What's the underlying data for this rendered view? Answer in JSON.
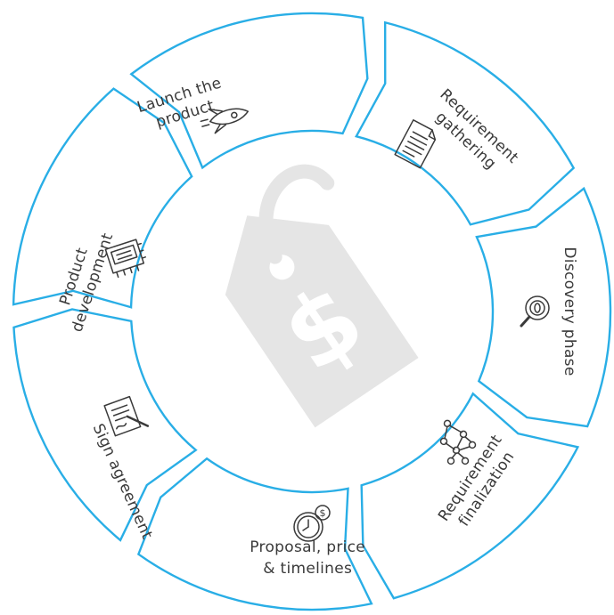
{
  "diagram": {
    "center_icon": "price-tag-dollar-icon",
    "accent_color": "#29aee6",
    "watermark_color": "#e5e5e5",
    "text_color": "#3a3a3a",
    "stages": [
      {
        "id": "requirement-gathering",
        "lines": [
          "Requirement",
          "gathering"
        ],
        "icon": "document-icon"
      },
      {
        "id": "discovery-phase",
        "lines": [
          "Discovery phase"
        ],
        "icon": "magnifier-icon"
      },
      {
        "id": "requirement-finalization",
        "lines": [
          "Requirement",
          "finalization"
        ],
        "icon": "network-nodes-icon"
      },
      {
        "id": "proposal-price-timelines",
        "lines": [
          "Proposal, price",
          "& timelines"
        ],
        "icon": "clock-dollar-icon"
      },
      {
        "id": "sign-agreement",
        "lines": [
          "Sign agreement"
        ],
        "icon": "contract-pen-icon"
      },
      {
        "id": "product-development",
        "lines": [
          "Product",
          "development"
        ],
        "icon": "computer-board-icon"
      },
      {
        "id": "launch-the-product",
        "lines": [
          "Launch the",
          "product"
        ],
        "icon": "rocket-icon"
      }
    ]
  }
}
